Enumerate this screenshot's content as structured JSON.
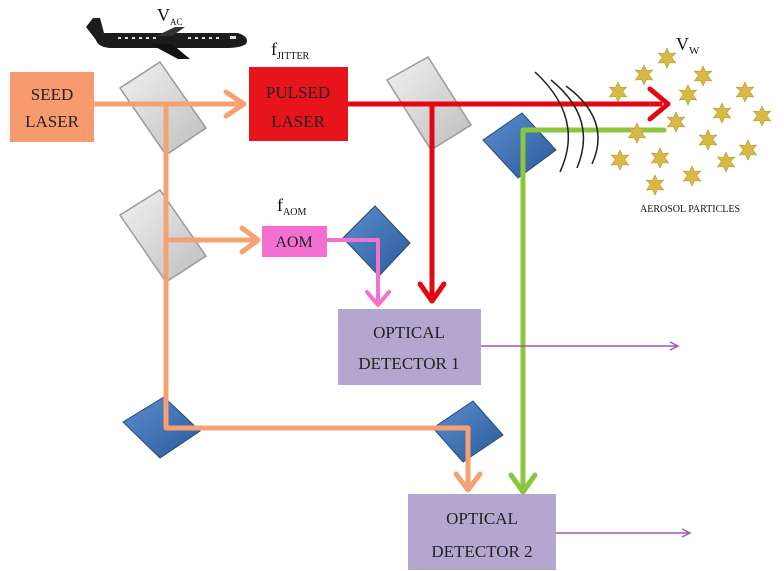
{
  "labels": {
    "vac_main": "V",
    "vac_sub": "AC",
    "fjitter_main": "f",
    "fjitter_sub": "JITTER",
    "faom_main": "f",
    "faom_sub": "AOM",
    "vw_main": "V",
    "vw_sub": "W",
    "aerosol": "AEROSOL PARTICLES"
  },
  "boxes": {
    "seed_laser": {
      "line1": "SEED",
      "line2": "LASER"
    },
    "pulsed_laser": {
      "line1": "PULSED",
      "line2": "LASER"
    },
    "aom": {
      "line1": "AOM"
    },
    "optical_detector_1": {
      "line1": "OPTICAL",
      "line2": "DETECTOR 1"
    },
    "optical_detector_2": {
      "line1": "OPTICAL",
      "line2": "DETECTOR 2"
    }
  },
  "colors": {
    "seed_beam": "#F7A072",
    "seed_box": "#F79B6E",
    "pulsed_box": "#E8141B",
    "pulsed_beam": "#E30613",
    "aom_box": "#F36FD0",
    "aom_beam": "#F36FD0",
    "return_beam": "#8CC63F",
    "detector_box": "#B4A7CF",
    "output_arrow": "#9B59B6",
    "mirror_blue": "#3F6FB0",
    "splitter_gray": "#D0D0D0",
    "particle": "#D9B945"
  },
  "icons": {
    "aircraft": "airplane-icon",
    "particle": "sunburst-particle-icon",
    "mirror": "mirror-icon",
    "beam_splitter": "beam-splitter-icon"
  }
}
